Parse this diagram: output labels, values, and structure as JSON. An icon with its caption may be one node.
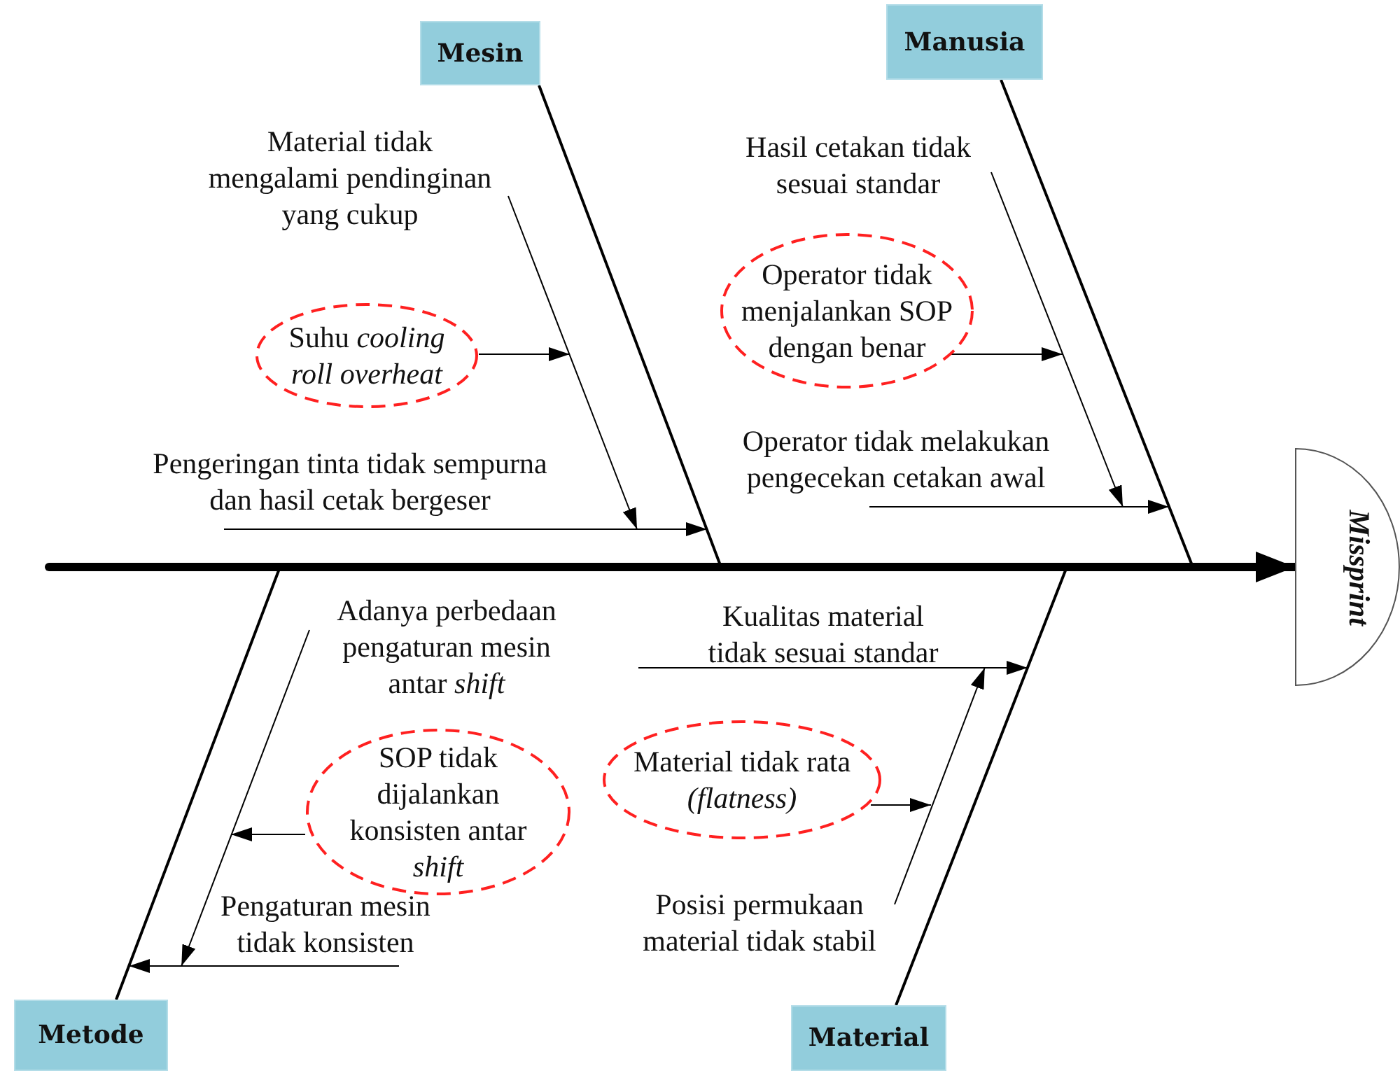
{
  "diagram": {
    "nodes": [
      {
        "text": [
          "Missprint"
        ]
      },
      {
        "text": [
          "Mesin"
        ]
      },
      {
        "text": [
          "Manusia"
        ]
      },
      {
        "text": [
          "Metode"
        ]
      },
      {
        "text": [
          "Material"
        ]
      },
      {
        "text": [
          "Material tidak mengalami pendinginan yang cukup"
        ]
      },
      {
        "text": [
          "Suhu *cooling roll overheat*"
        ]
      },
      {
        "text": [
          "Pengeringan tinta tidak sempurna dan hasil cetak bergeser"
        ]
      },
      {
        "text": [
          "Hasil cetakan tidak sesuai standar"
        ]
      },
      {
        "text": [
          "Operator tidak menjalankan SOP dengan benar"
        ]
      },
      {
        "text": [
          "Operator tidak melakukan pengecekan cetakan awal"
        ]
      },
      {
        "text": [
          "Adanya perbedaan pengaturan mesin antar *shift*"
        ]
      },
      {
        "text": [
          "SOP tidak dijalankan konsisten antar *shift*"
        ]
      },
      {
        "text": [
          "Pengaturan mesin tidak konsisten"
        ]
      },
      {
        "text": [
          "Kualitas material tidak sesuai standar"
        ]
      },
      {
        "text": [
          "Material tidak rata *(flatness)*"
        ]
      },
      {
        "text": [
          "Posisi permukaan material tidak stabil"
        ]
      }
    ],
    "edges": [
      {
        "from": null,
        "to": 0,
        "arrow": "to",
        "style": "thick"
      },
      {
        "from": 1,
        "to": null,
        "arrow": "none"
      },
      {
        "from": 2,
        "to": null,
        "arrow": "none"
      },
      {
        "from": 3,
        "to": null,
        "arrow": "none"
      },
      {
        "from": 4,
        "to": null,
        "arrow": "none"
      },
      {
        "from": 6,
        "to": null,
        "arrow": "to"
      },
      {
        "from": 5,
        "to": null,
        "arrow": "to"
      },
      {
        "from": 7,
        "to": null,
        "arrow": "to"
      },
      {
        "from": 9,
        "to": null,
        "arrow": "to"
      },
      {
        "from": 8,
        "to": null,
        "arrow": "to"
      },
      {
        "from": 10,
        "to": null,
        "arrow": "to"
      },
      {
        "from": 12,
        "to": null,
        "arrow": "to"
      },
      {
        "from": 11,
        "to": 13,
        "arrow": "to"
      },
      {
        "from": 13,
        "to": 3,
        "arrow": "to"
      },
      {
        "from": 15,
        "to": null,
        "arrow": "to"
      },
      {
        "from": 16,
        "to": 14,
        "arrow": "to"
      },
      {
        "from": 14,
        "to": null,
        "arrow": "to"
      }
    ]
  }
}
